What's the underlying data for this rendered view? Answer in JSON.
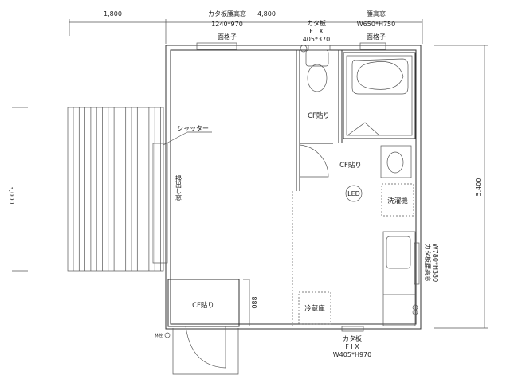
{
  "dimensions": {
    "top_left": "1,800",
    "top_right": "4,800",
    "left": "3,000",
    "right": "5,400",
    "entry_depth": "880"
  },
  "windows": {
    "top_main": {
      "title": "カタ板腰高窓",
      "size": "1240*970",
      "grille": "面格子"
    },
    "toilet": {
      "line1": "カタ板",
      "line2": "F I X",
      "size": "405*370"
    },
    "bath": {
      "title": "腰高窓",
      "size": "W650*H750",
      "grille": "面格子"
    },
    "bottom": {
      "line1": "カタ板",
      "line2": "F I X",
      "size": "W405*H970"
    },
    "kitchen": {
      "title": "カタ板腰高窓",
      "size": "W780*H380"
    }
  },
  "labels": {
    "shutter": "シャッター",
    "sweep_window": "掃出し窓",
    "toilet_floor": "CF貼り",
    "washroom_floor": "CF貼り",
    "entry_floor": "CF貼り",
    "light": "LED",
    "washing_machine": "洗濯機",
    "fridge": "冷蔵庫",
    "faucet": "林栓"
  }
}
